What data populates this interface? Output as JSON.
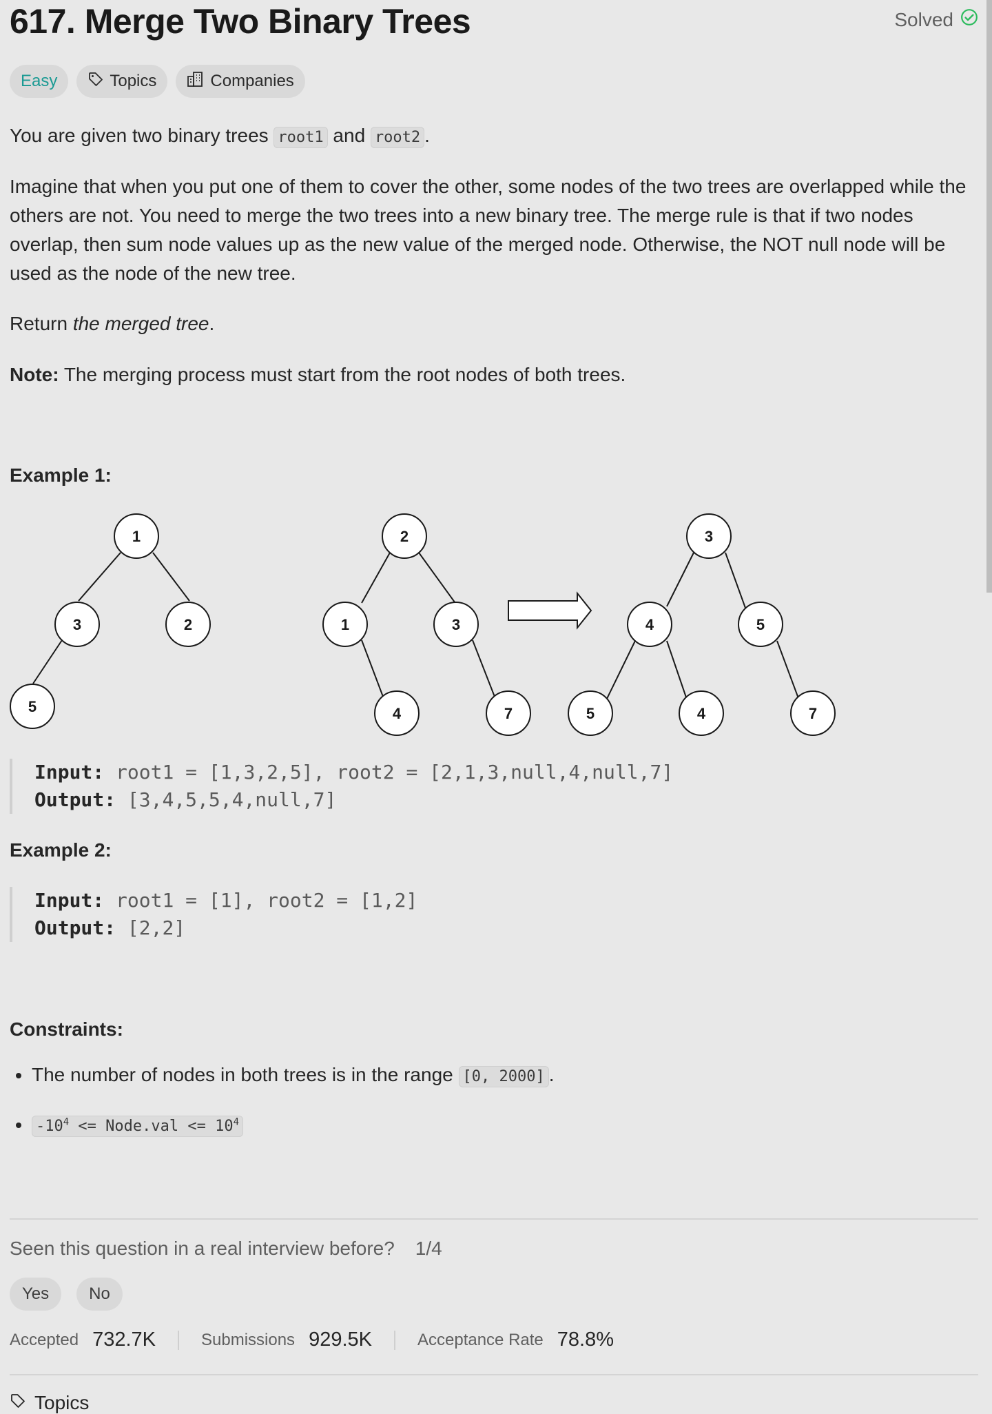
{
  "title": "617. Merge Two Binary Trees",
  "status": "Solved",
  "tags": {
    "difficulty": "Easy",
    "topics": "Topics",
    "companies": "Companies"
  },
  "desc": {
    "p1_a": "You are given two binary trees ",
    "p1_code1": "root1",
    "p1_b": " and ",
    "p1_code2": "root2",
    "p1_c": ".",
    "p2": "Imagine that when you put one of them to cover the other, some nodes of the two trees are overlapped while the others are not. You need to merge the two trees into a new binary tree. The merge rule is that if two nodes overlap, then sum node values up as the new value of the merged node. Otherwise, the NOT null node will be used as the node of the new tree.",
    "p3_a": "Return ",
    "p3_em": "the merged tree",
    "p3_b": ".",
    "note_label": "Note:",
    "note_text": " The merging process must start from the root nodes of both trees."
  },
  "example1": {
    "heading": "Example 1:",
    "input_label": "Input:",
    "input_value": " root1 = [1,3,2,5], root2 = [2,1,3,null,4,null,7]",
    "output_label": "Output:",
    "output_value": " [3,4,5,5,4,null,7]",
    "trees": {
      "tree1": [
        "1",
        "3",
        "2",
        "5"
      ],
      "tree2": [
        "2",
        "1",
        "3",
        "4",
        "7"
      ],
      "merged": [
        "3",
        "4",
        "5",
        "5",
        "4",
        "7"
      ]
    }
  },
  "example2": {
    "heading": "Example 2:",
    "input_label": "Input:",
    "input_value": " root1 = [1], root2 = [1,2]",
    "output_label": "Output:",
    "output_value": " [2,2]"
  },
  "constraints": {
    "heading": "Constraints:",
    "c1_text": "The number of nodes in both trees is in the range ",
    "c1_code": "[0, 2000]",
    "c1_end": ".",
    "c2_pre": "-10",
    "c2_sup1": "4",
    "c2_mid": " <= Node.val <= 10",
    "c2_sup2": "4"
  },
  "interview": {
    "question": "Seen this question in a real interview before?",
    "count": "1/4",
    "yes": "Yes",
    "no": "No"
  },
  "stats": {
    "accepted_label": "Accepted",
    "accepted_value": "732.7K",
    "submissions_label": "Submissions",
    "submissions_value": "929.5K",
    "rate_label": "Acceptance Rate",
    "rate_value": "78.8%"
  },
  "bottom_peek": "Topics"
}
